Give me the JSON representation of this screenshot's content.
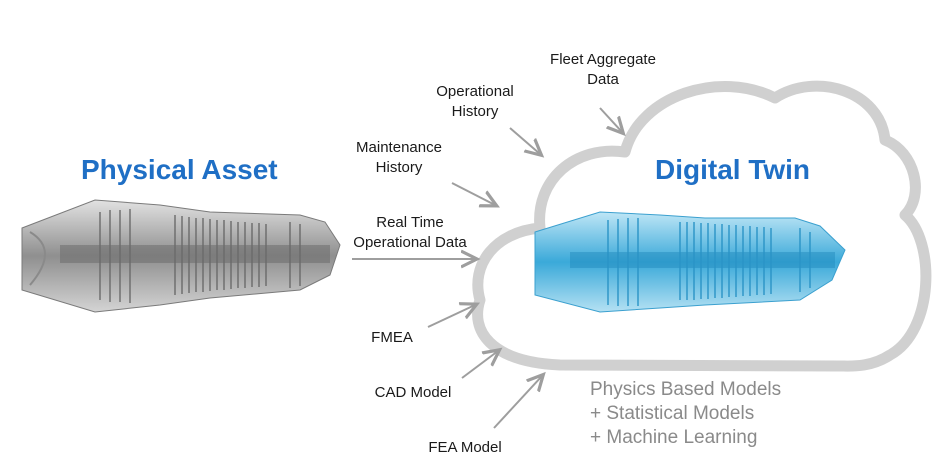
{
  "physical_asset": {
    "title": "Physical Asset"
  },
  "digital_twin": {
    "title": "Digital Twin"
  },
  "inputs": [
    {
      "line1": "Fleet Aggregate",
      "line2": "Data"
    },
    {
      "line1": "Operational",
      "line2": "History"
    },
    {
      "line1": "Maintenance",
      "line2": "History"
    },
    {
      "line1": "Real Time",
      "line2": "Operational Data"
    },
    {
      "line1": "FMEA",
      "line2": ""
    },
    {
      "line1": "CAD Model",
      "line2": ""
    },
    {
      "line1": "FEA Model",
      "line2": ""
    }
  ],
  "models": [
    "Physics Based Models",
    "+ Statistical Models",
    "+ Machine Learning"
  ],
  "colors": {
    "title_blue": "#1f6fc5",
    "cloud_gray": "#cfcfcf",
    "arrow_gray": "#9e9e9e",
    "engine_gray": "#9a9a9a",
    "twin_blue": "#4fb3de"
  }
}
